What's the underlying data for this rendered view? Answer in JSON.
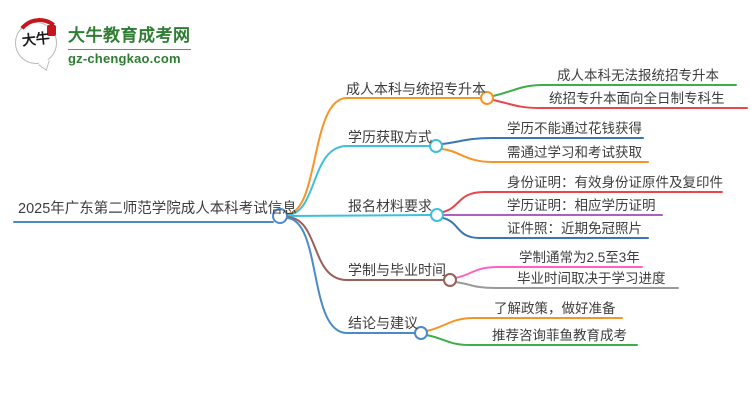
{
  "logo": {
    "title": "大牛教育成考网",
    "domain": "gz-chengkao.com",
    "mark_text": "大牛",
    "brand_green": "#2e7d33",
    "brand_red": "#c5161d"
  },
  "mindmap": {
    "root": {
      "label": "2025年广东第二师范学院成人本科考试信息",
      "color": "#4a8bc6"
    },
    "branches": [
      {
        "label": "成人本科与统招专升本",
        "color": "#f79428",
        "children": [
          {
            "label": "成人本科无法报统招专升本",
            "color": "#3fae49"
          },
          {
            "label": "统招专升本面向全日制专科生",
            "color": "#e8464d"
          }
        ]
      },
      {
        "label": "学历获取方式",
        "color": "#3ec0dc",
        "children": [
          {
            "label": "学历不能通过花钱获得",
            "color": "#3a76b5"
          },
          {
            "label": "需通过学习和考试获取",
            "color": "#f79428"
          }
        ]
      },
      {
        "label": "报名材料要求",
        "color": "#3ec0dc",
        "children": [
          {
            "label": "身份证明：有效身份证原件及复印件",
            "color": "#e8464d"
          },
          {
            "label": "学历证明：相应学历证明",
            "color": "#ad5fc4"
          },
          {
            "label": "证件照：近期免冠照片",
            "color": "#3a76b5"
          }
        ]
      },
      {
        "label": "学制与毕业时间",
        "color": "#9a5f55",
        "children": [
          {
            "label": "学制通常为2.5至3年",
            "color": "#ff63c1"
          },
          {
            "label": "毕业时间取决于学习进度",
            "color": "#9a9a9a"
          }
        ]
      },
      {
        "label": "结论与建议",
        "color": "#4a8bc6",
        "children": [
          {
            "label": "了解政策，做好准备",
            "color": "#f79428"
          },
          {
            "label": "推荐咨询菲鱼教育成考",
            "color": "#3fae49"
          }
        ]
      }
    ]
  }
}
